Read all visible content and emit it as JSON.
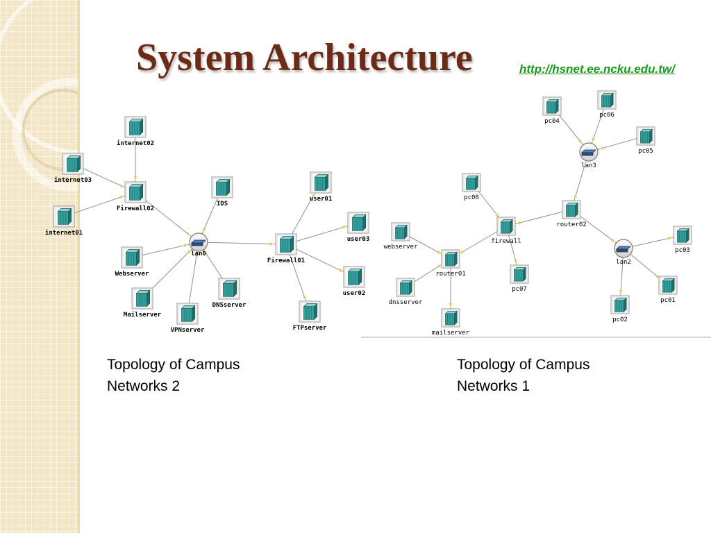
{
  "slide": {
    "title": "System Architecture",
    "source_url": "http://hsnet.ee.ncku.edu.tw/",
    "colors": {
      "title": "#6b2b16",
      "link": "#1a9a1a",
      "sidebar": "#f2e6c6",
      "node_teal": "#2e8f8f",
      "link_line": "#8a8a8a"
    }
  },
  "diagrams": {
    "campus2": {
      "caption_line1": "Topology of Campus",
      "caption_line2": "Networks 2",
      "nodes": {
        "internet02": {
          "label": "internet02",
          "kind": "host"
        },
        "internet03": {
          "label": "internet03",
          "kind": "host"
        },
        "internet01": {
          "label": "internet01",
          "kind": "host"
        },
        "firewall02": {
          "label": "Firewall02",
          "kind": "host"
        },
        "ids": {
          "label": "IDS",
          "kind": "host"
        },
        "lan0": {
          "label": "lan0",
          "kind": "hub"
        },
        "webserver": {
          "label": "Webserver",
          "kind": "host"
        },
        "mailserver": {
          "label": "Mailserver",
          "kind": "host"
        },
        "vpnserver": {
          "label": "VPNserver",
          "kind": "host"
        },
        "dnsserver": {
          "label": "DNSserver",
          "kind": "host"
        },
        "firewall01": {
          "label": "Firewall01",
          "kind": "host"
        },
        "user01": {
          "label": "user01",
          "kind": "host"
        },
        "user03": {
          "label": "user03",
          "kind": "host"
        },
        "user02": {
          "label": "user02",
          "kind": "host"
        },
        "ftpserver": {
          "label": "FTPserver",
          "kind": "host"
        }
      },
      "links": [
        [
          "internet02",
          "firewall02"
        ],
        [
          "internet03",
          "firewall02"
        ],
        [
          "internet01",
          "firewall02"
        ],
        [
          "firewall02",
          "lan0"
        ],
        [
          "ids",
          "lan0"
        ],
        [
          "webserver",
          "lan0"
        ],
        [
          "mailserver",
          "lan0"
        ],
        [
          "vpnserver",
          "lan0"
        ],
        [
          "dnsserver",
          "lan0"
        ],
        [
          "lan0",
          "firewall01"
        ],
        [
          "firewall01",
          "user01"
        ],
        [
          "firewall01",
          "user03"
        ],
        [
          "firewall01",
          "user02"
        ],
        [
          "firewall01",
          "ftpserver"
        ]
      ]
    },
    "campus1": {
      "caption_line1": "Topology of Campus",
      "caption_line2": "Networks 1",
      "nodes": {
        "pc04": {
          "label": "pc04",
          "kind": "host"
        },
        "pc06": {
          "label": "pc06",
          "kind": "host"
        },
        "pc05": {
          "label": "pc05",
          "kind": "host"
        },
        "lan3": {
          "label": "lan3",
          "kind": "hub"
        },
        "pc08": {
          "label": "pc08",
          "kind": "host"
        },
        "router02": {
          "label": "router02",
          "kind": "host"
        },
        "firewall": {
          "label": "firewall",
          "kind": "host"
        },
        "webserver": {
          "label": "webserver",
          "kind": "host"
        },
        "router01": {
          "label": "router01",
          "kind": "host"
        },
        "pc07": {
          "label": "pc07",
          "kind": "host"
        },
        "dnsserver": {
          "label": "dnsserver",
          "kind": "host"
        },
        "mailserver": {
          "label": "mailserver",
          "kind": "host"
        },
        "lan2": {
          "label": "lan2",
          "kind": "hub"
        },
        "pc03": {
          "label": "pc03",
          "kind": "host"
        },
        "pc01": {
          "label": "pc01",
          "kind": "host"
        },
        "pc02": {
          "label": "pc02",
          "kind": "host"
        }
      },
      "links": [
        [
          "pc04",
          "lan3"
        ],
        [
          "pc06",
          "lan3"
        ],
        [
          "pc05",
          "lan3"
        ],
        [
          "lan3",
          "router02"
        ],
        [
          "pc08",
          "firewall"
        ],
        [
          "router02",
          "firewall"
        ],
        [
          "router02",
          "lan2"
        ],
        [
          "firewall",
          "router01"
        ],
        [
          "firewall",
          "pc07"
        ],
        [
          "webserver",
          "router01"
        ],
        [
          "dnsserver",
          "router01"
        ],
        [
          "router01",
          "mailserver"
        ],
        [
          "lan2",
          "pc03"
        ],
        [
          "lan2",
          "pc01"
        ],
        [
          "lan2",
          "pc02"
        ]
      ]
    }
  }
}
